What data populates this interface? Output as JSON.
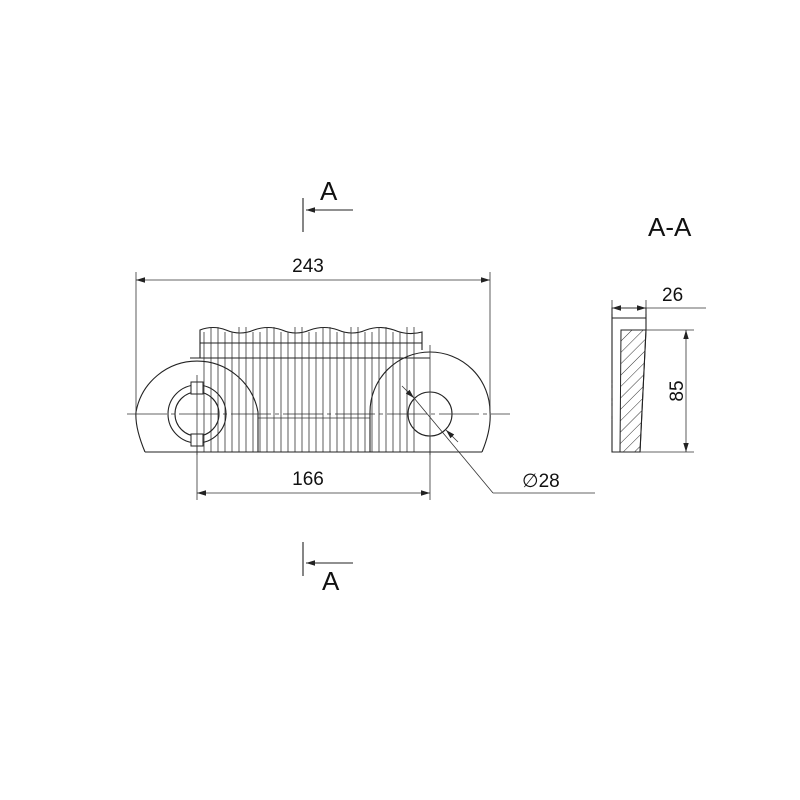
{
  "section_marker_top": "A",
  "section_marker_bottom": "A",
  "section_view_title": "A-A",
  "dimensions": {
    "overall_length": "243",
    "hole_spacing": "166",
    "hole_diameter_symbol": "∅",
    "hole_diameter": "28",
    "section_width": "26",
    "section_height": "85"
  }
}
